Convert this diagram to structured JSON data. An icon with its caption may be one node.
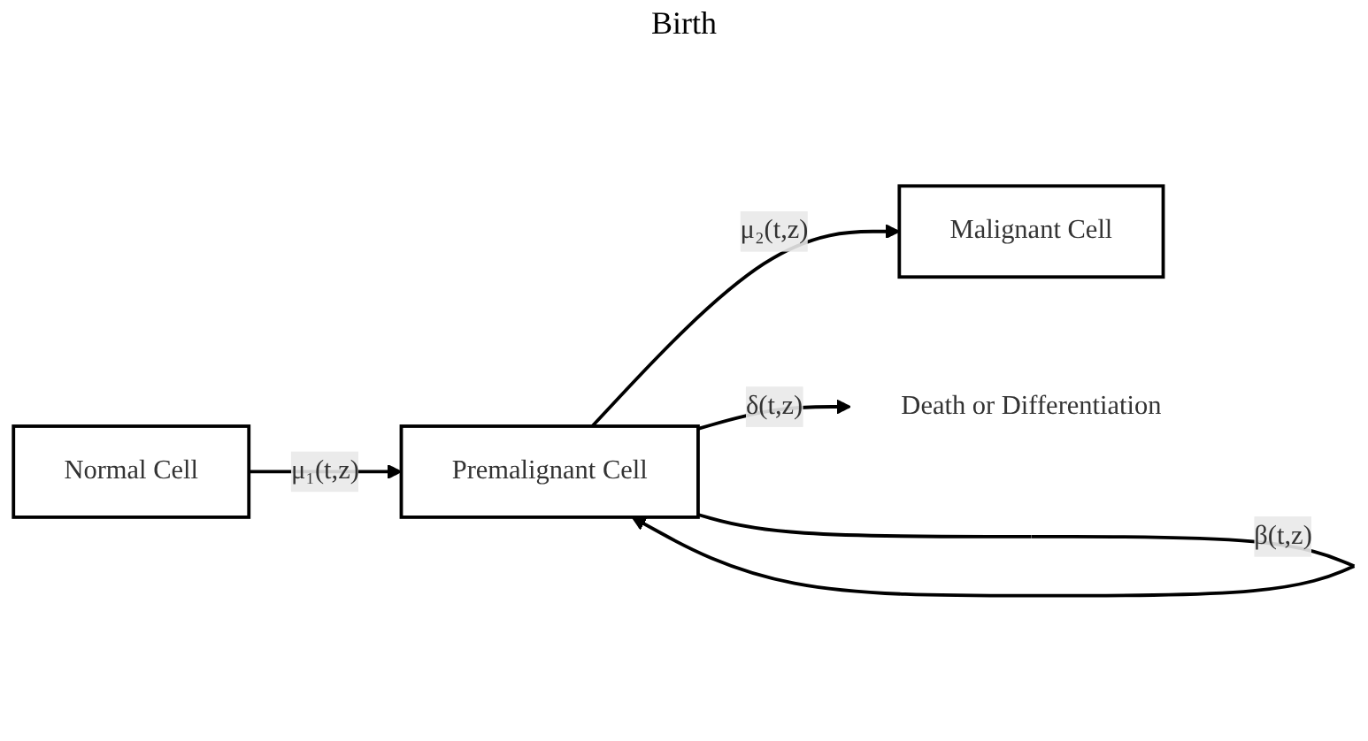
{
  "diagram": {
    "nodes": [
      {
        "text": [
          "Normal Cell"
        ]
      },
      {
        "text": [
          "Premalignant Cell"
        ]
      },
      {
        "text": [
          "Malignant Cell"
        ]
      },
      {
        "text": [
          "Death or Differentiation"
        ]
      }
    ],
    "edges": [
      {
        "from": 0,
        "to": 1,
        "arrow": "to",
        "label": "μ₁(t,z)"
      },
      {
        "from": 1,
        "to": 1,
        "arrow": "to",
        "label": "β(t,z)"
      },
      {
        "from": 1,
        "to": 2,
        "arrow": "to",
        "label": "μ₂(t,z)"
      },
      {
        "from": 1,
        "to": 3,
        "arrow": "to",
        "label": "δ(t,z)"
      }
    ],
    "labels": [
      "Birth"
    ]
  }
}
